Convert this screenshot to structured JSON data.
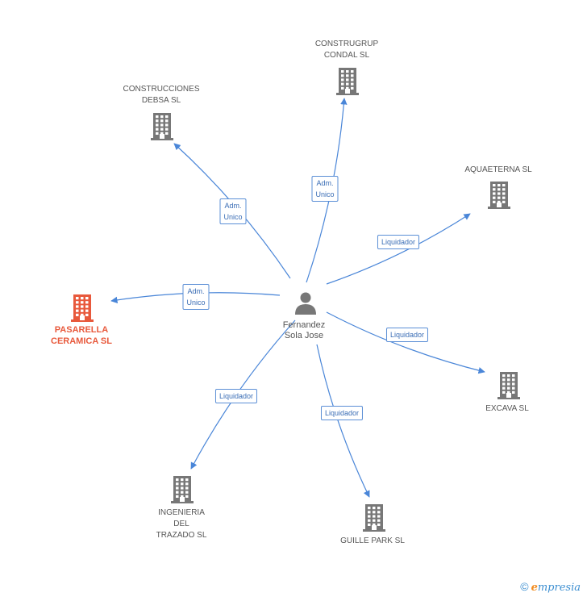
{
  "center": {
    "label": "Fernandez\nSola Jose"
  },
  "companies": [
    {
      "id": "construgrup",
      "label": "CONSTRUGRUP\nCONDAL SL",
      "highlight": false
    },
    {
      "id": "construcciones",
      "label": "CONSTRUCCIONES\nDEBSA SL",
      "highlight": false
    },
    {
      "id": "aquaeterna",
      "label": "AQUAETERNA SL",
      "highlight": false
    },
    {
      "id": "pasarella",
      "label": "PASARELLA\nCERAMICA SL",
      "highlight": true
    },
    {
      "id": "excava",
      "label": "EXCAVA SL",
      "highlight": false
    },
    {
      "id": "ingenieria",
      "label": "INGENIERIA\nDEL\nTRAZADO SL",
      "highlight": false
    },
    {
      "id": "guille",
      "label": "GUILLE PARK SL",
      "highlight": false
    }
  ],
  "relations": [
    {
      "to": "construgrup",
      "label": "Adm.\nUnico"
    },
    {
      "to": "construcciones",
      "label": "Adm.\nUnico"
    },
    {
      "to": "aquaeterna",
      "label": "Liquidador"
    },
    {
      "to": "pasarella",
      "label": "Adm.\nUnico"
    },
    {
      "to": "excava",
      "label": "Liquidador"
    },
    {
      "to": "ingenieria",
      "label": "Liquidador"
    },
    {
      "to": "guille",
      "label": "Liquidador"
    }
  ],
  "colors": {
    "edge": "#4a86d8",
    "building": "#777777",
    "highlight": "#e8593c"
  },
  "footer": {
    "copyright": "©",
    "brand_first": "e",
    "brand_rest": "mpresia"
  }
}
